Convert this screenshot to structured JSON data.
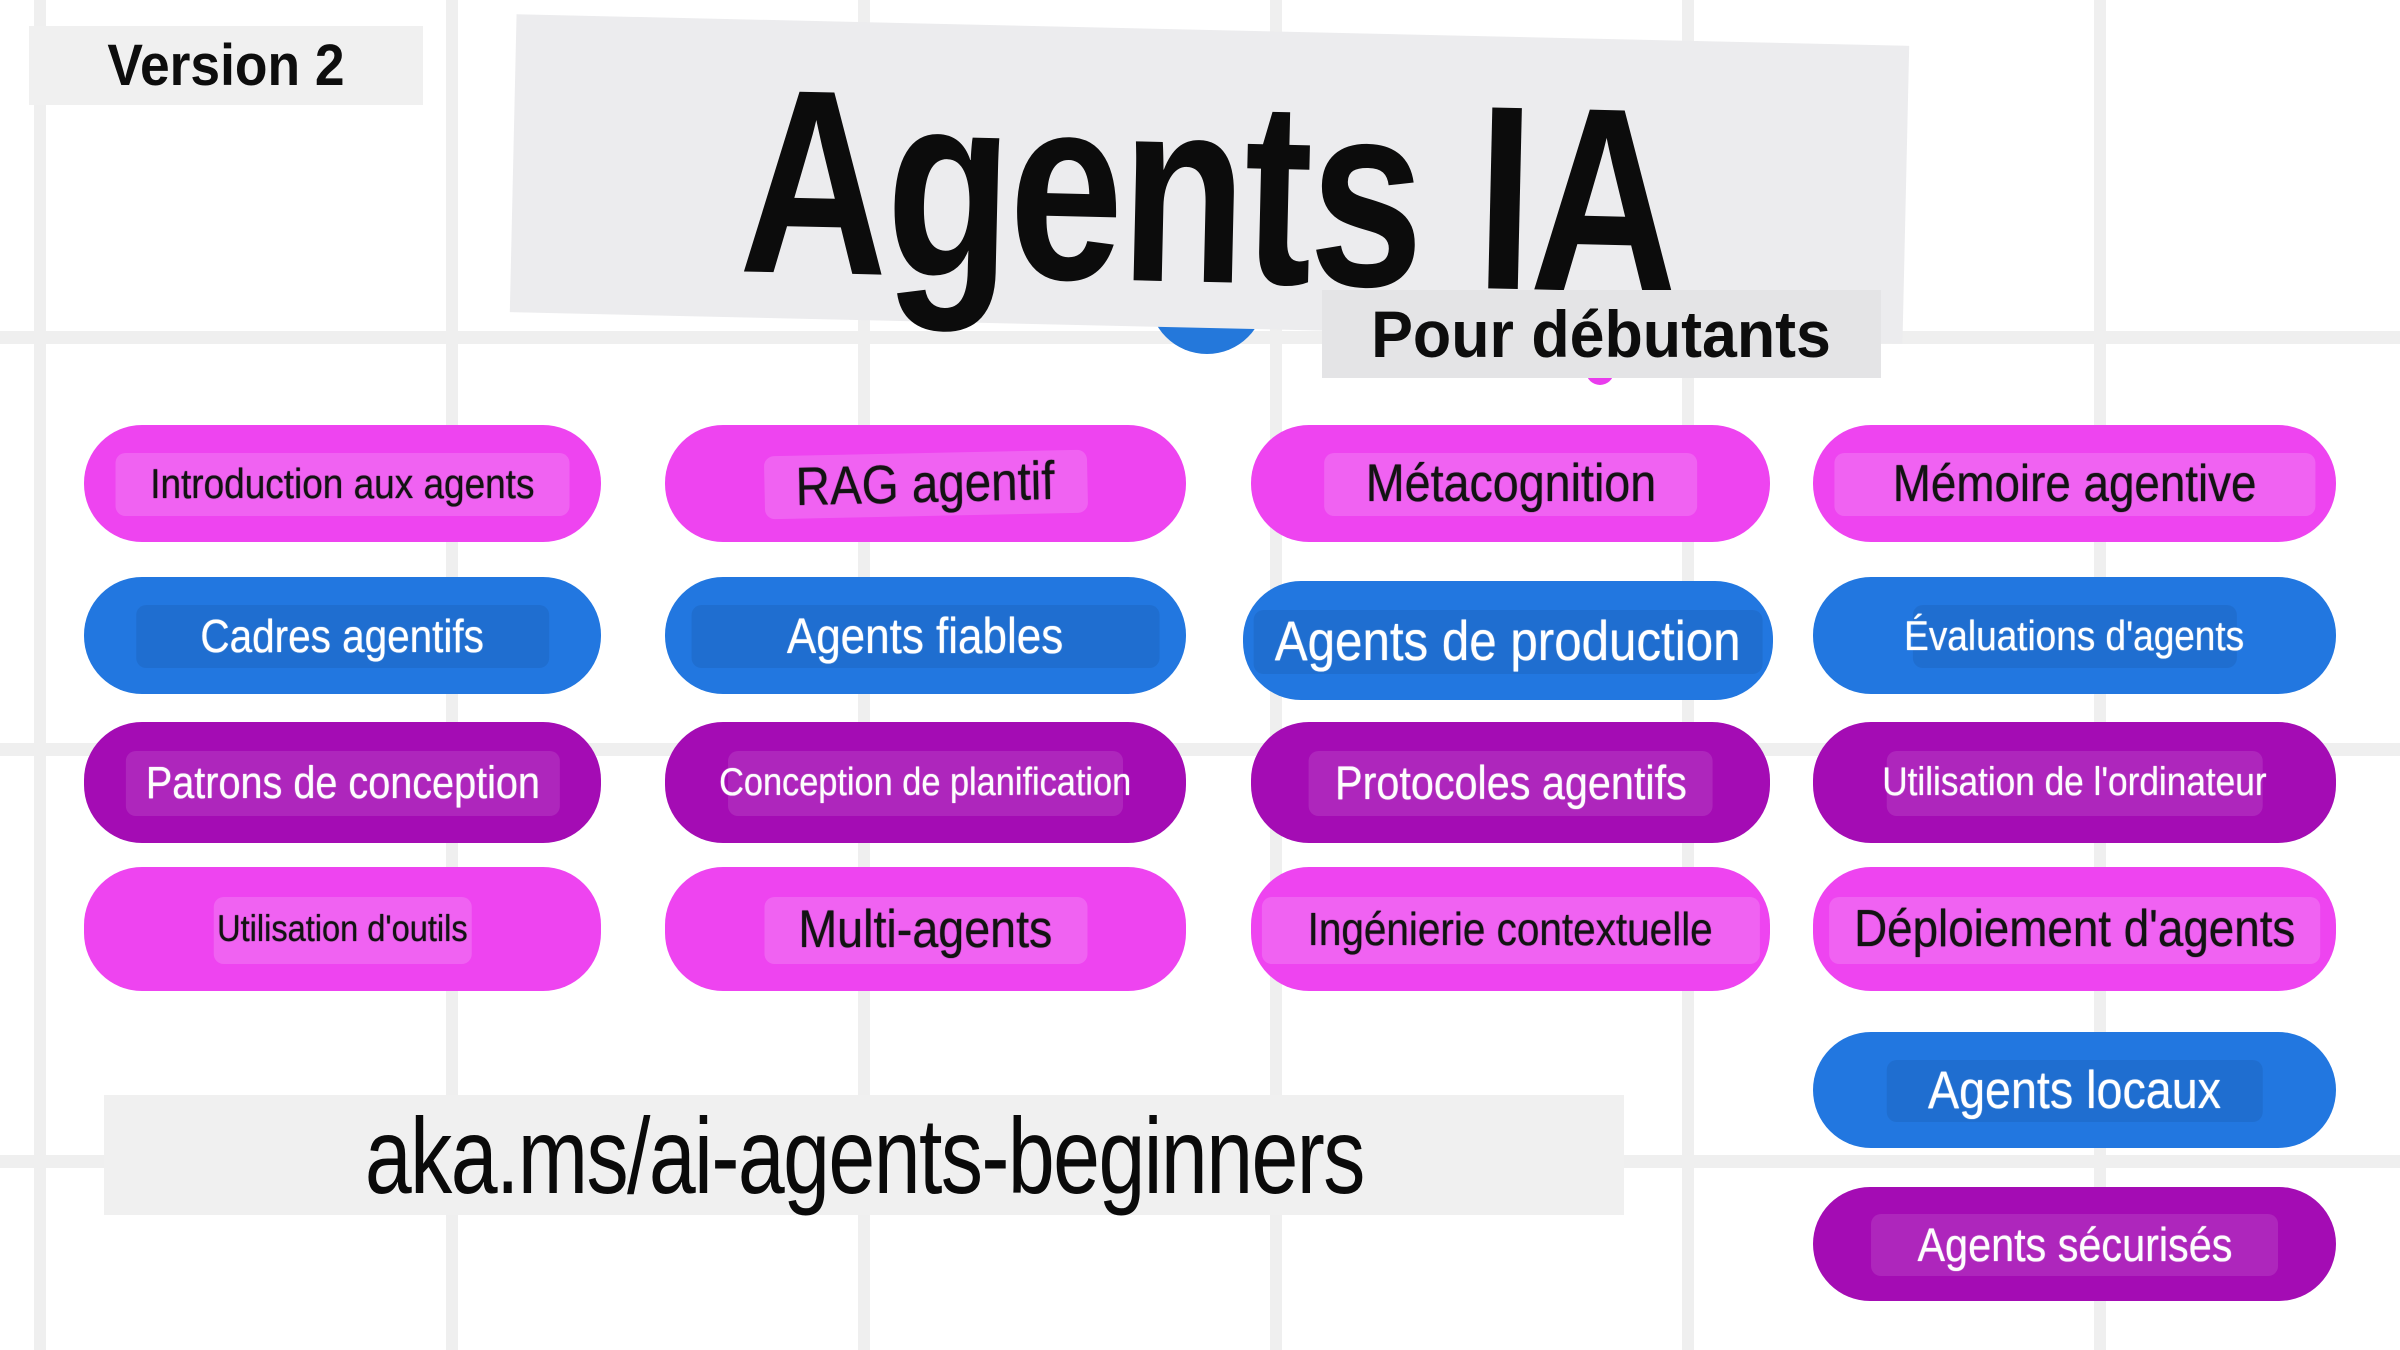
{
  "version_badge": "Version 2",
  "title": "Agents IA",
  "subtitle": "Pour débutants",
  "url": "aka.ms/ai-agents-beginners",
  "colors": {
    "background": "#ffffff",
    "grid_line": "#efefef",
    "panel_gray": "#ececee",
    "subtitle_gray": "#e4e4e6",
    "magenta": "#ee44f0",
    "blue": "#2277e0",
    "purple": "#a40cb4",
    "accent_circle_blue": "#2478db",
    "accent_dot_magenta": "#e93ced",
    "text_dark": "#0c0c0c",
    "text_light": "#ffffff"
  },
  "columns": [
    {
      "items": [
        {
          "label": "Introduction aux agents",
          "variant": "magenta"
        },
        {
          "label": "Cadres agentifs",
          "variant": "blue"
        },
        {
          "label": "Patrons de conception",
          "variant": "purple"
        },
        {
          "label": "Utilisation d'outils",
          "variant": "magenta"
        }
      ]
    },
    {
      "items": [
        {
          "label": "RAG agentif",
          "variant": "magenta"
        },
        {
          "label": "Agents fiables",
          "variant": "blue"
        },
        {
          "label": "Conception de planification",
          "variant": "purple"
        },
        {
          "label": "Multi-agents",
          "variant": "magenta"
        }
      ]
    },
    {
      "items": [
        {
          "label": "Métacognition",
          "variant": "magenta"
        },
        {
          "label": "Agents de production",
          "variant": "blue"
        },
        {
          "label": "Protocoles agentifs",
          "variant": "purple"
        },
        {
          "label": "Ingénierie contextuelle",
          "variant": "magenta"
        }
      ]
    },
    {
      "items": [
        {
          "label": "Mémoire agentive",
          "variant": "magenta"
        },
        {
          "label": "Évaluations d'agents",
          "variant": "blue"
        },
        {
          "label": "Utilisation de l'ordinateur",
          "variant": "purple"
        },
        {
          "label": "Déploiement d'agents",
          "variant": "magenta"
        },
        {
          "label": "Agents locaux",
          "variant": "blue"
        },
        {
          "label": "Agents sécurisés",
          "variant": "purple"
        }
      ]
    }
  ]
}
